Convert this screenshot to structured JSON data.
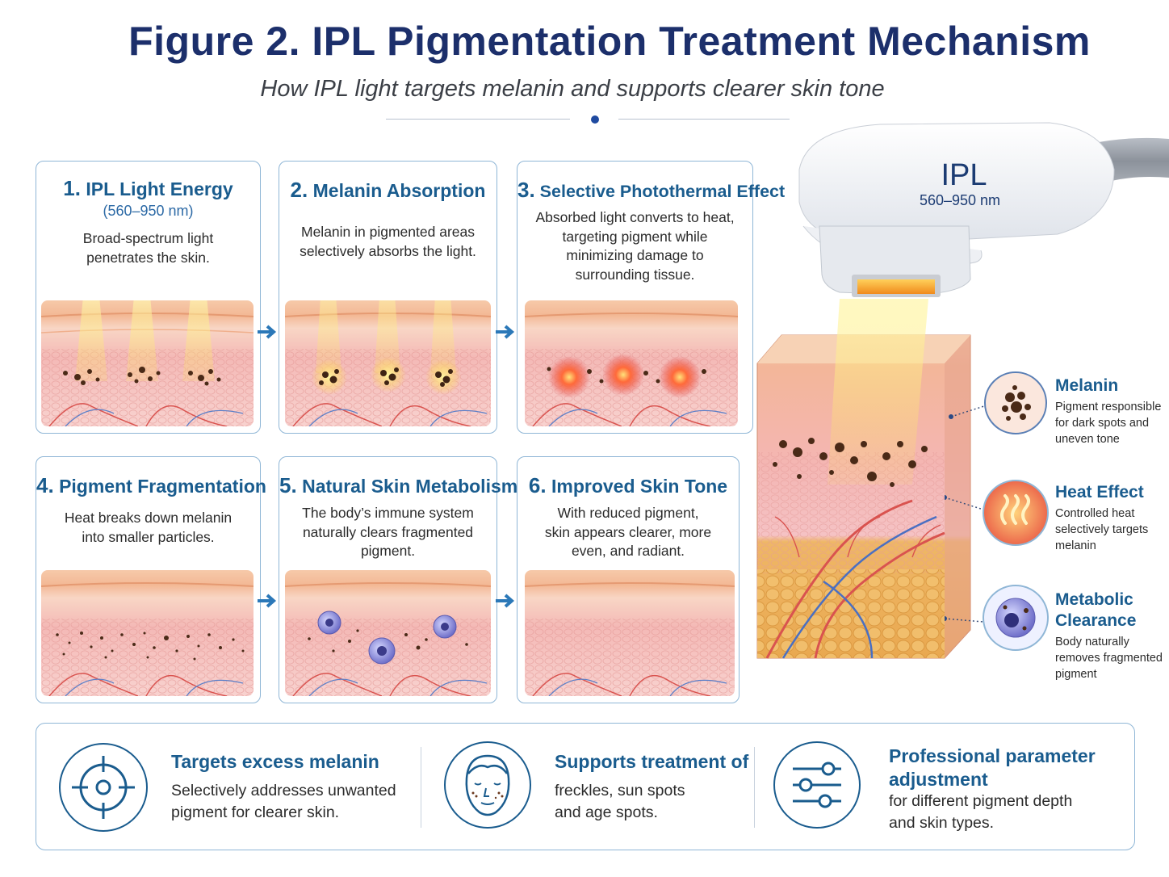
{
  "header": {
    "title": "Figure 2. IPL Pigmentation Treatment Mechanism",
    "subtitle": "How IPL light targets melanin and supports clearer skin tone"
  },
  "steps": [
    {
      "num": "1.",
      "title": "IPL Light Energy",
      "sub": "(560–950 nm)",
      "desc": "Broad-spectrum light\npenetrates the skin."
    },
    {
      "num": "2.",
      "title": "Melanin Absorption",
      "sub": "",
      "desc": "Melanin in pigmented areas\nselectively absorbs the light."
    },
    {
      "num": "3.",
      "title": "Selective Photothermal Effect",
      "sub": "",
      "desc": "Absorbed light converts to heat,\ntargeting pigment while\nminimizing damage to\nsurrounding tissue."
    },
    {
      "num": "4.",
      "title": "Pigment Fragmentation",
      "sub": "",
      "desc": "Heat breaks down melanin\ninto smaller particles."
    },
    {
      "num": "5.",
      "title": "Natural Skin Metabolism",
      "sub": "",
      "desc": "The body’s immune system\nnaturally clears fragmented\npigment."
    },
    {
      "num": "6.",
      "title": "Improved Skin Tone",
      "sub": "",
      "desc": "With reduced pigment,\nskin appears clearer, more\neven, and radiant."
    }
  ],
  "device": {
    "label": "IPL",
    "range": "560–950 nm"
  },
  "callouts": [
    {
      "title": "Melanin",
      "desc": "Pigment responsible\nfor dark spots and\nuneven tone",
      "icon": "melanin-icon"
    },
    {
      "title": "Heat Effect",
      "desc": "Controlled heat\nselectively targets\nmelanin",
      "icon": "heat-icon"
    },
    {
      "title": "Metabolic\nClearance",
      "desc": "Body naturally\nremoves fragmented\npigment",
      "icon": "immune-cell-icon"
    }
  ],
  "benefits": [
    {
      "title": "Targets excess melanin",
      "desc": "Selectively addresses unwanted\npigment for clearer skin.",
      "icon": "target-icon"
    },
    {
      "title": "Supports treatment of",
      "desc": "freckles, sun spots\nand age spots.",
      "icon": "face-icon"
    },
    {
      "title": "Professional parameter\nadjustment",
      "desc": "for different pigment depth\nand skin types.",
      "icon": "sliders-icon"
    }
  ],
  "colors": {
    "accent": "#1a5c8e",
    "title": "#1c2f6b",
    "border": "#8fb6d6",
    "skin": "#f5c3bd",
    "melanin": "#5a3320",
    "fat": "#ecb463"
  }
}
